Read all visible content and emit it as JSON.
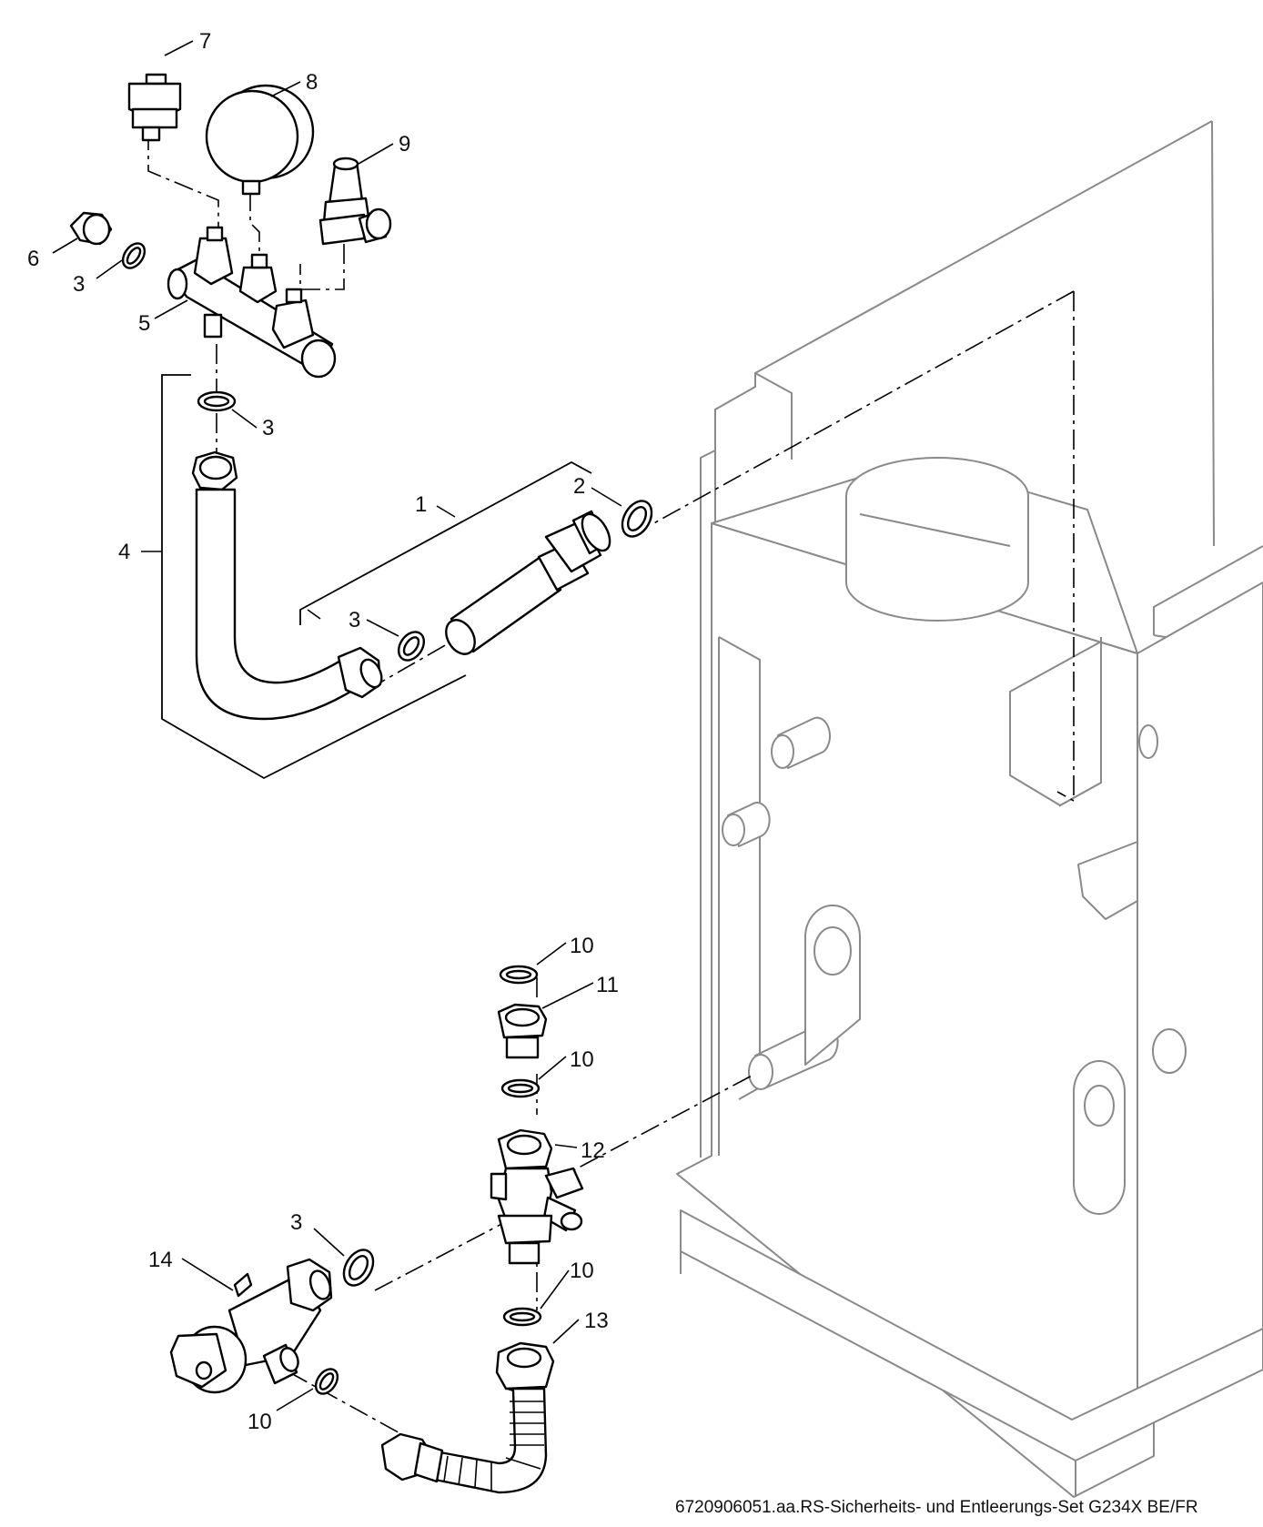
{
  "callouts": {
    "c1": "1",
    "c2": "2",
    "c3a": "3",
    "c3b": "3",
    "c3c": "3",
    "c3d": "3",
    "c4": "4",
    "c5": "5",
    "c6": "6",
    "c7": "7",
    "c8": "8",
    "c9": "9",
    "c10a": "10",
    "c10b": "10",
    "c10c": "10",
    "c10d": "10",
    "c11": "11",
    "c12": "12",
    "c13": "13",
    "c14": "14"
  },
  "caption": "6720906051.aa.RS-Sicherheits- und Entleerungs-Set G234X BE/FR",
  "colors": {
    "line": "#000000",
    "boiler": "#8a8a8a",
    "background": "#ffffff"
  }
}
